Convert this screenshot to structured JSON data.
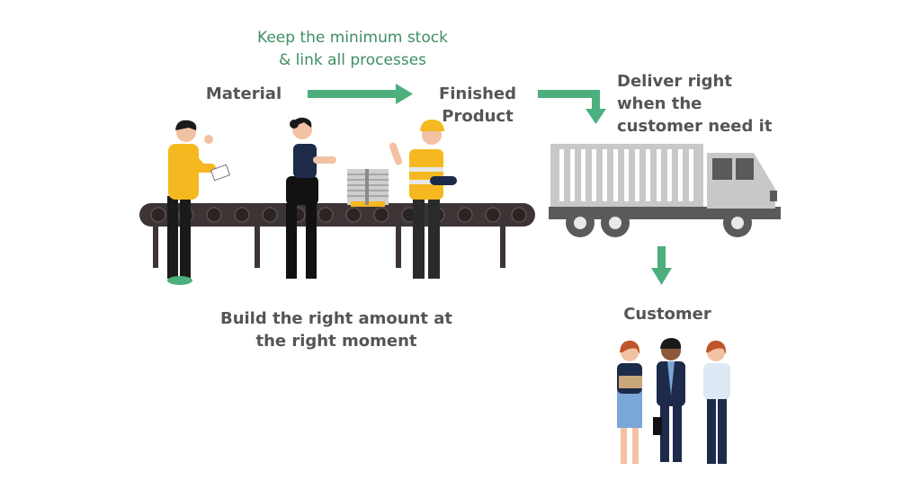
{
  "tip": "Keep the minimum stock\n& link all processes",
  "labels": {
    "material": "Material",
    "finished_product": "Finished\nProduct",
    "deliver": "Deliver right\nwhen the\ncustomer need it",
    "build": "Build the right amount at\nthe right moment",
    "customer": "Customer"
  },
  "colors": {
    "arrow": "#4caf7d",
    "tip_text": "#3f8f63",
    "label_text": "#555555",
    "conveyor": "#3d3535",
    "truck": "#c8c8c8",
    "truck_dark": "#5a5a5a",
    "shirt_yellow": "#f5b820",
    "navy": "#1e2a4a"
  },
  "icons": [
    "arrow-right-icon",
    "arrow-elbow-icon",
    "arrow-down-icon",
    "conveyor-belt-icon",
    "worker-icon",
    "truck-icon",
    "customer-group-icon"
  ]
}
